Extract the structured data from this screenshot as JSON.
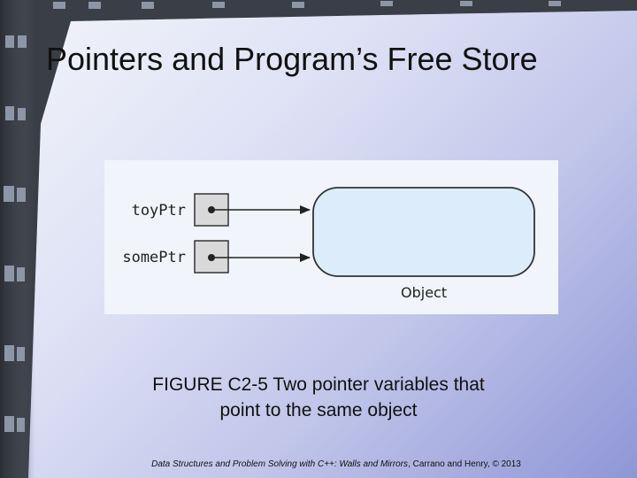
{
  "slide": {
    "title": "Pointers and Program’s Free Store",
    "caption_line1": "FIGURE C2-5 Two pointer variables that",
    "caption_line2": "point to the same object",
    "footer": {
      "italic": "Data Structures and Problem Solving with C++: Walls and Mirrors",
      "rest": ", Carrano and Henry, © 2013"
    }
  },
  "diagram": {
    "pointers": [
      "toyPtr",
      "somePtr"
    ],
    "object_label": "Object"
  },
  "colors": {
    "object_fill": "#dcecfa",
    "pointer_box_fill": "#d9d9d9",
    "panel_bg": "#f1f4fa"
  }
}
